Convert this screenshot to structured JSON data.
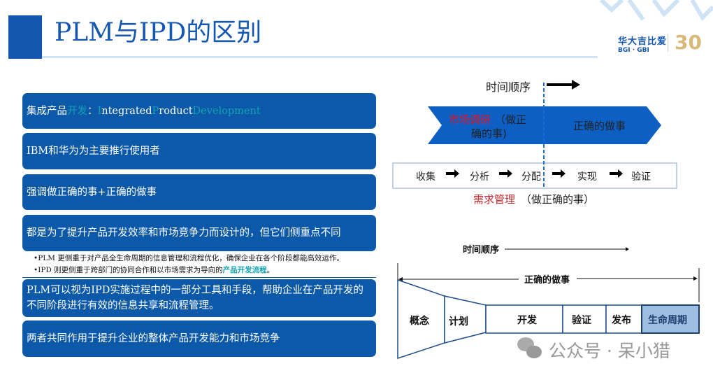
{
  "title": "PLM与IPD的区别",
  "logo": {
    "cn": "华大吉比爱",
    "en": "BGI · GBI",
    "anniv": "30"
  },
  "left": {
    "box1": {
      "a": "集成产品",
      "b": "开发",
      "c": "：",
      "d": "I",
      "e": "ntegrated ",
      "f": "P",
      "g": "roduct ",
      "h": "Development"
    },
    "box2": "IBM和华为为主要推行使用者",
    "box3": "强调做正确的事+正确的做事",
    "box4": "都是为了提升产品开发效率和市场竞争力而设计的，但它们侧重点不同",
    "bullet1": "•PLM 更侧重于对产品全生命周期的信息管理和流程优化，确保企业在各个阶段都能高效运作。",
    "bullet2_a": "•IPD 则更侧重于跨部门的协同合作和以市场需求为导向的",
    "bullet2_b": "产品开发流程",
    "bullet2_c": "。",
    "box5": "PLM可以视为IPD实施过程中的一部分工具和手段，帮助企业在产品开发的不同阶段进行有效的信息共享和流程管理。",
    "box6": "两者共同作用于提升企业的整体产品开发能力和市场竞争"
  },
  "top_diagram": {
    "time_label": "时间顺序",
    "chevron1_red": "市场调研",
    "chevron1_l1": "（做正",
    "chevron1_l2": "确的事)",
    "chevron2": "正确的做事",
    "steps": [
      "收集",
      "分析",
      "分配",
      "实现",
      "验证"
    ],
    "caption_red": "需求管理",
    "caption": "（做正确的事）"
  },
  "bottom_diagram": {
    "time_label": "时间顺序",
    "span_label": "正确的做事",
    "stages": [
      "概念",
      "计划",
      "开发",
      "验证",
      "发布",
      "生命周期"
    ]
  },
  "watermark": "公众号 · 呆小猎"
}
